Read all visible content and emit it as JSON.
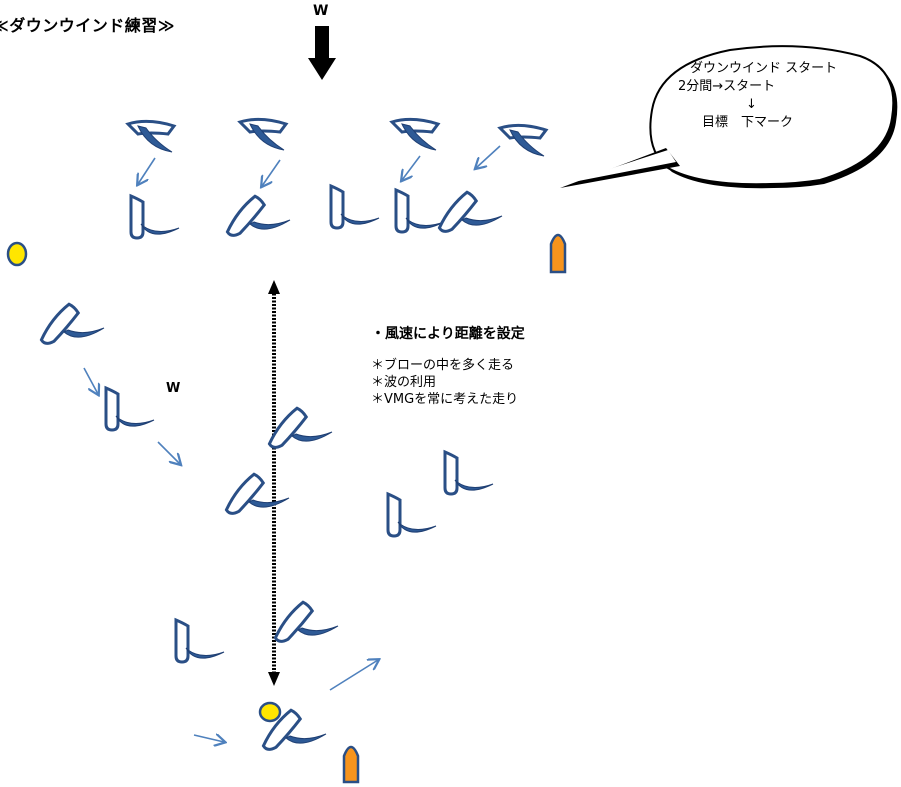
{
  "title": "≪ダウンウインド練習≫",
  "wind": {
    "top_label": "W",
    "mid_label": "W"
  },
  "callout": {
    "lines": [
      "ダウンウインド スタート",
      "2分間→スタート",
      "↓",
      "目標　下マーク"
    ]
  },
  "notes": {
    "heading": "・風速により距離を設定",
    "items": [
      "＊ブローの中を多く走る",
      "＊波の利用",
      "＊VMGを常に考えた走り"
    ]
  },
  "colors": {
    "sail_fill": "#2e5a96",
    "sail_dark": "#1f3f73",
    "hull_stroke": "#2a4f86",
    "arrow": "#4f81bd",
    "mark_yellow": "#ffe600",
    "mark_orange": "#f7941d"
  }
}
